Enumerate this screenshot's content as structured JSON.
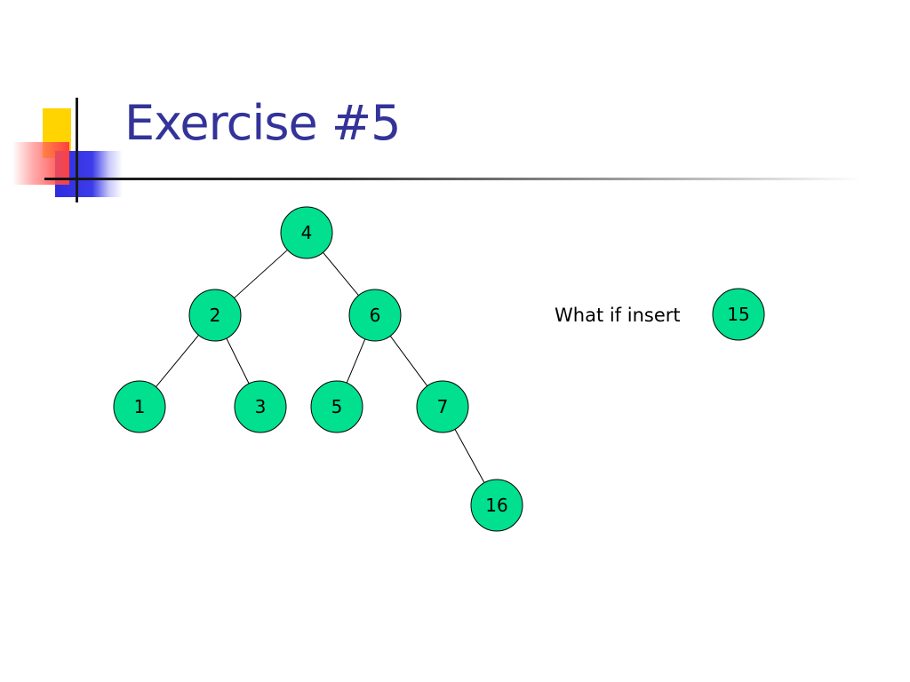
{
  "slide": {
    "title": "Exercise #5",
    "prompt": "What if insert",
    "colors": {
      "title": "#333399",
      "node_fill": "#00e08f",
      "node_stroke": "#000000",
      "edge": "#000000"
    }
  },
  "tree": {
    "nodes": [
      {
        "id": "n4",
        "label": "4"
      },
      {
        "id": "n2",
        "label": "2"
      },
      {
        "id": "n6",
        "label": "6"
      },
      {
        "id": "n1",
        "label": "1"
      },
      {
        "id": "n3",
        "label": "3"
      },
      {
        "id": "n5",
        "label": "5"
      },
      {
        "id": "n7",
        "label": "7"
      },
      {
        "id": "n16",
        "label": "16"
      }
    ],
    "edges": [
      {
        "from": "n4",
        "to": "n2"
      },
      {
        "from": "n4",
        "to": "n6"
      },
      {
        "from": "n2",
        "to": "n1"
      },
      {
        "from": "n2",
        "to": "n3"
      },
      {
        "from": "n6",
        "to": "n5"
      },
      {
        "from": "n6",
        "to": "n7"
      },
      {
        "from": "n7",
        "to": "n16"
      }
    ]
  },
  "insert_node": {
    "id": "n15",
    "label": "15"
  }
}
